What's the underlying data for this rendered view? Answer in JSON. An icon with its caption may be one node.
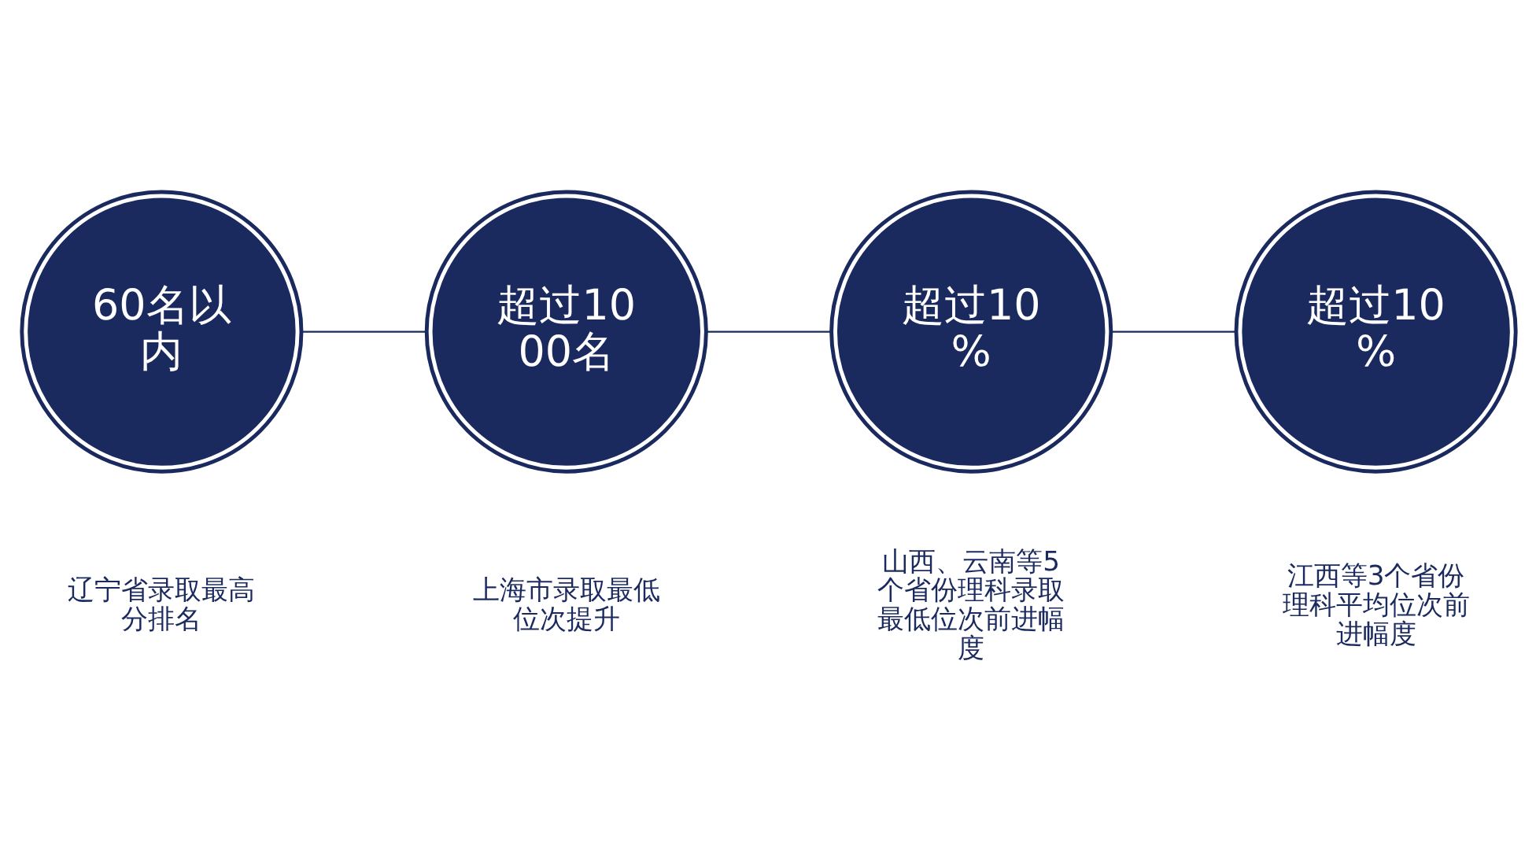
{
  "diagram": {
    "nodes": [
      {
        "text": [
          "60名以内"
        ],
        "beside": [
          "辽宁省录取最高分排名"
        ]
      },
      {
        "text": [
          "超过1000名"
        ],
        "beside": [
          "上海市录取最低位次提升"
        ]
      },
      {
        "text": [
          "超过10%"
        ],
        "beside": [
          "山西、云南等5个省份理科录取最低位次前进幅度"
        ]
      },
      {
        "text": [
          "超过10%"
        ],
        "beside": [
          "江西等3个省份理科平均位次前进幅度"
        ]
      }
    ],
    "edges": [
      {
        "from": 0,
        "to": 1,
        "arrow": "none"
      },
      {
        "from": 1,
        "to": 2,
        "arrow": "none"
      },
      {
        "from": 2,
        "to": 3,
        "arrow": "none"
      }
    ]
  }
}
